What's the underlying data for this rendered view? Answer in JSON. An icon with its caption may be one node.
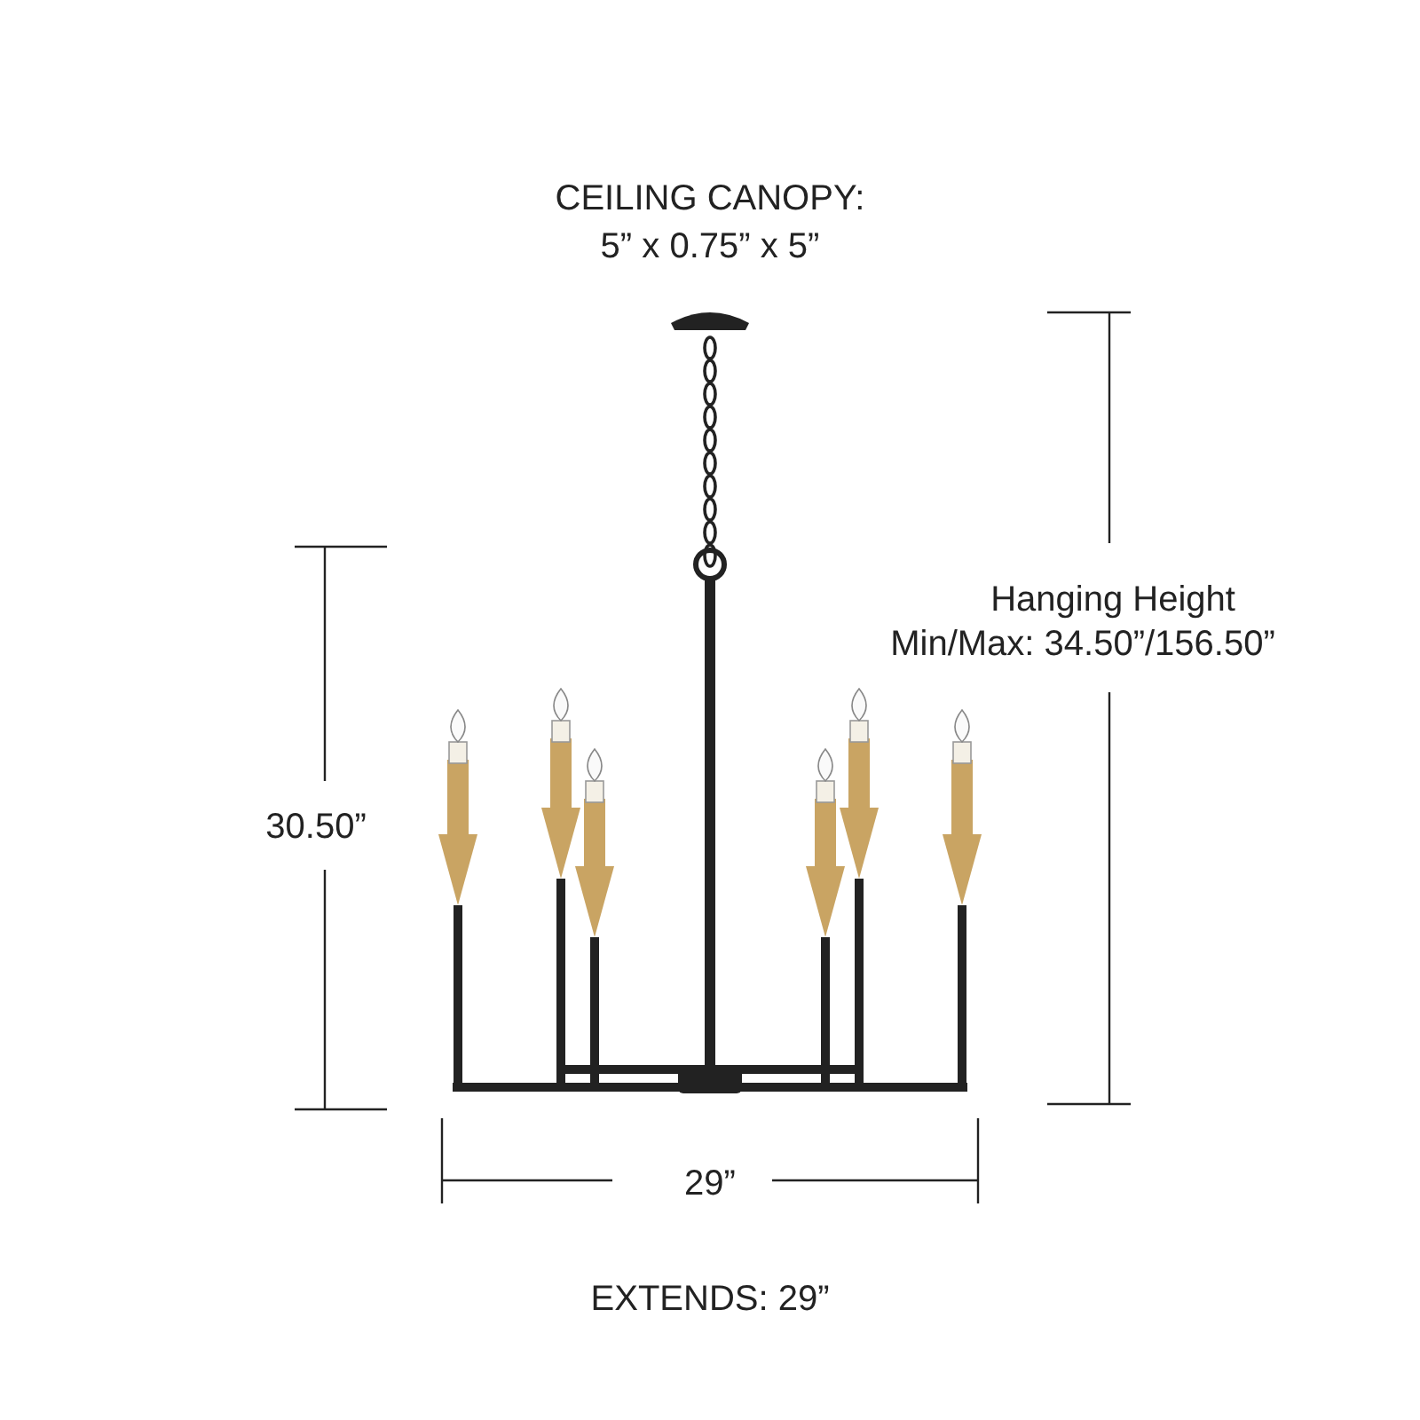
{
  "diagram": {
    "labels": [
      "CEILING CANOPY:",
      "5” x 0.75” x 5”",
      "Hanging Height",
      "Min/Max: 34.50”/156.50”",
      "30.50”",
      "29”",
      "EXTENDS: 29”"
    ]
  }
}
